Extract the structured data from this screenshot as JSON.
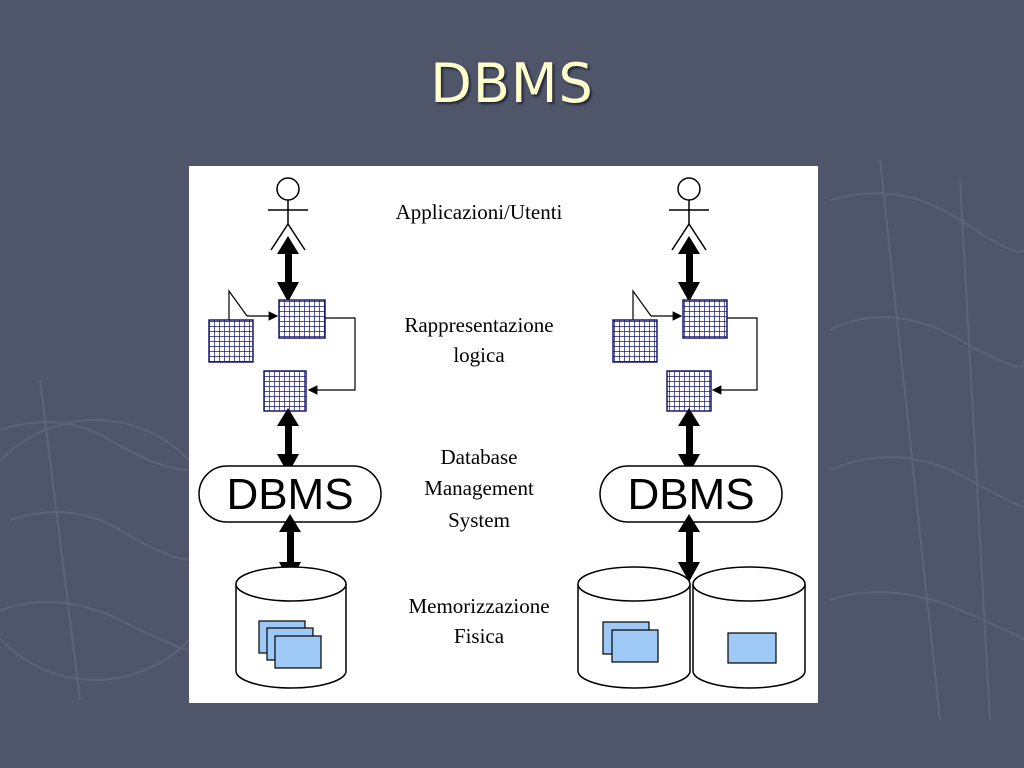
{
  "slide": {
    "title": "DBMS"
  },
  "diagram": {
    "labels": {
      "users": "Applicazioni/Utenti",
      "logical_line1": "Rappresentazione",
      "logical_line2": "logica",
      "dbms_line1": "Database",
      "dbms_line2": "Management",
      "dbms_line3": "System",
      "storage_line1": "Memorizzazione",
      "storage_line2": "Fisica"
    },
    "left_stack": {
      "dbms_label": "DBMS",
      "user_icon": "stick-figure-icon",
      "storage_icon": "database-cylinder-icon"
    },
    "right_stack": {
      "dbms_label": "DBMS",
      "user_icon": "stick-figure-icon",
      "storage_icon": "database-cylinder-icon"
    },
    "colors": {
      "grid": "#1a1a6e",
      "file_fill": "#9ec8f5",
      "panel": "#ffffff",
      "background": "#50566a",
      "title": "#ffffcc"
    }
  }
}
